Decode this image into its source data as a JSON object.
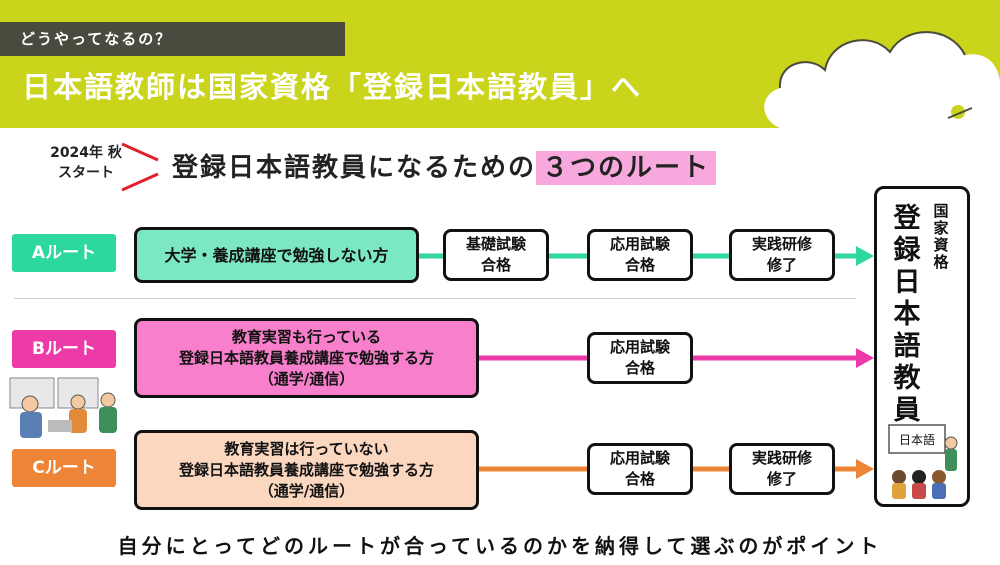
{
  "header": {
    "subtitle": "どうやってなるの？",
    "title": "日本語教師は国家資格「登録日本語教員」へ"
  },
  "start": {
    "line1": "2024年 秋",
    "line2": "スタート"
  },
  "heading": {
    "main": "登録日本語教員になるための",
    "highlight": "３つのルート"
  },
  "routes": {
    "a": {
      "label": "Aルート",
      "color": "#2dd8a0",
      "description": "大学・養成講座で勉強しない方",
      "steps": [
        "基礎試験\n合格",
        "応用試験\n合格",
        "実践研修\n修了"
      ]
    },
    "b": {
      "label": "Bルート",
      "color": "#ec3aa8",
      "description": [
        "教育実習も行っている",
        "登録日本語教員養成講座で勉強する方",
        "（通学/通信）"
      ],
      "steps": [
        "応用試験\n合格"
      ]
    },
    "c": {
      "label": "Cルート",
      "color": "#ee8436",
      "description": [
        "教育実習は行っていない",
        "登録日本語教員養成講座で勉強する方",
        "（通学/通信）"
      ],
      "steps": [
        "応用試験\n合格",
        "実践研修\n修了"
      ]
    }
  },
  "final": {
    "small": "国家資格",
    "big": "登録日本語教員",
    "board_text": "日本語"
  },
  "bottom": "自分にとってどのルートが合っているのかを納得して選ぶのがポイント",
  "colors": {
    "header": "#c9d41b",
    "dark_bar": "#4a4a3e",
    "highlight": "#f7a8dc"
  }
}
